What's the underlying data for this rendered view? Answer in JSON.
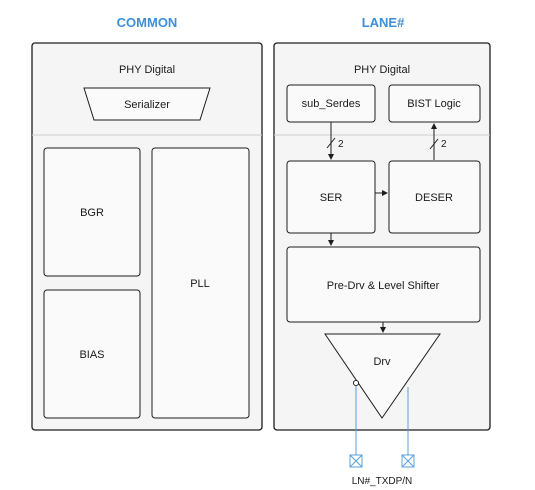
{
  "colors": {
    "accent": "#3f8fd6",
    "stroke": "#1d1d1d",
    "block_fill": "#fafafa",
    "panel_fill": "#f5f5f5",
    "divider": "#cfcfcf",
    "pad_stroke": "#5aa0dc",
    "text": "#1a1a1a"
  },
  "headers": {
    "common": "COMMON",
    "lane": "LANE#"
  },
  "common": {
    "phy_title": "PHY Digital",
    "serializer": "Serializer",
    "bgr": "BGR",
    "bias": "BIAS",
    "pll": "PLL"
  },
  "lane": {
    "phy_title": "PHY Digital",
    "sub_serdes": "sub_Serdes",
    "bist_logic": "BIST Logic",
    "bus_width_left": "2",
    "bus_width_right": "2",
    "ser": "SER",
    "deser": "DESER",
    "predrv": "Pre-Drv & Level Shifter",
    "drv": "Drv",
    "pad_label": "LN#_TXDP/N"
  }
}
